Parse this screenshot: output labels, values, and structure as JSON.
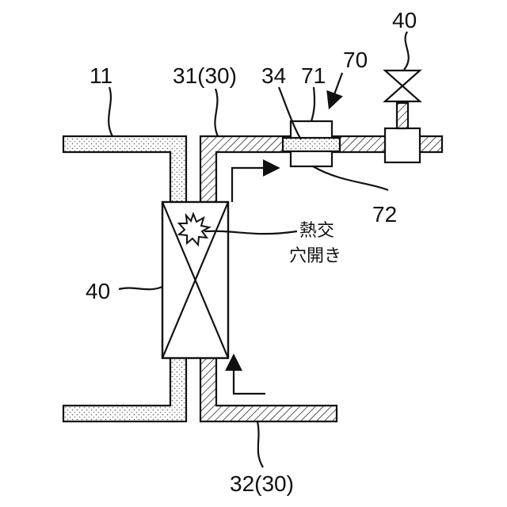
{
  "labels": {
    "ref_11": "11",
    "ref_31": "31(30)",
    "ref_34": "34",
    "ref_71": "71",
    "ref_70": "70",
    "ref_40_top": "40",
    "ref_40_left": "40",
    "ref_72": "72",
    "ref_32": "32(30)",
    "note_line1": "熱交",
    "note_line2": "穴開き"
  }
}
